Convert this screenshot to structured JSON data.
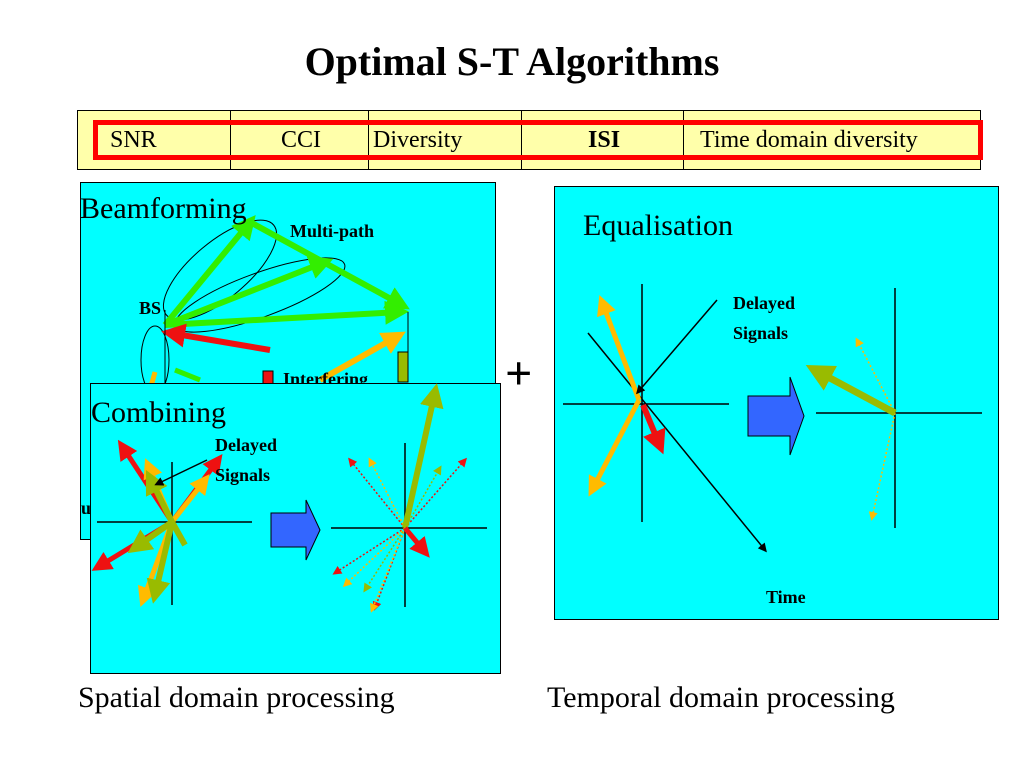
{
  "title": "Optimal S-T Algorithms",
  "header_cells": [
    "SNR",
    "CCI",
    "Diversity",
    "ISI",
    "Time domain diversity"
  ],
  "beamforming": {
    "label": "Beamforming",
    "multipath_label": "Multi-path",
    "bs_label": "BS",
    "interfering_label": "Interfering",
    "partial_label": "u"
  },
  "combining": {
    "label": "Combining",
    "delayed_label_1": "Delayed",
    "delayed_label_2": "Signals"
  },
  "plus_sign": "+",
  "equalisation": {
    "label": "Equalisation",
    "delayed_label_1": "Delayed",
    "delayed_label_2": "Signals",
    "time_label": "Time"
  },
  "captions": {
    "spatial": "Spatial domain processing",
    "temporal": "Temporal domain processing"
  },
  "colors": {
    "panel_bg": "#00ffff",
    "header_bg": "#ffffaa",
    "highlight": "#ff0000",
    "arrow_green": "#33ee00",
    "arrow_red": "#ee1111",
    "arrow_orange": "#ffbb00",
    "arrow_olive": "#99bb00",
    "block_arrow": "#3366ff"
  }
}
